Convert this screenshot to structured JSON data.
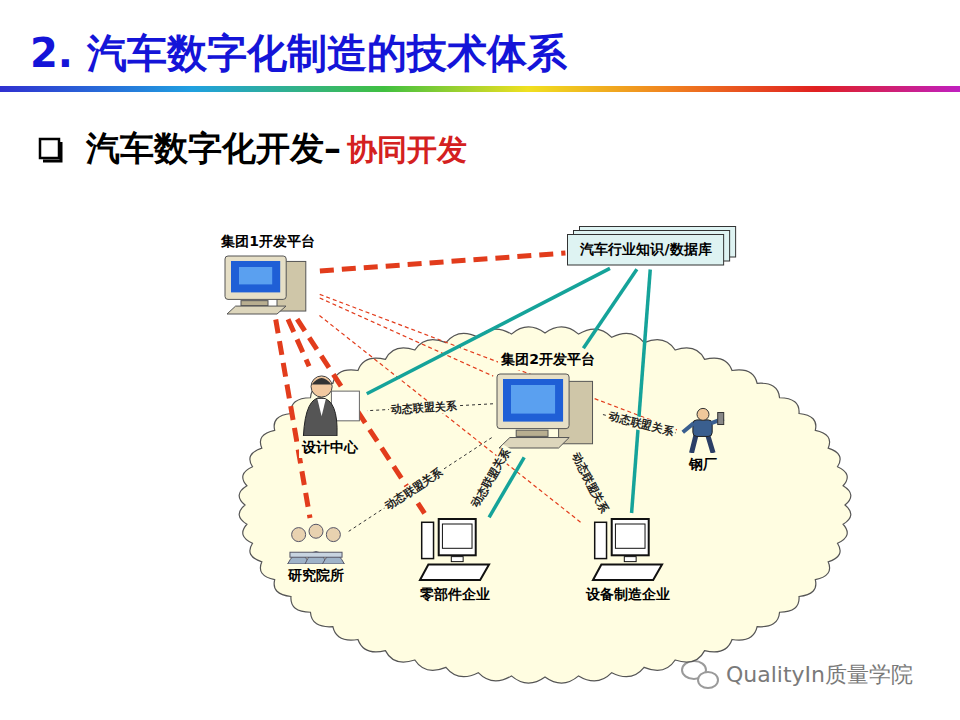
{
  "diagram": {
    "title": "2. 汽车数字化制造的技术体系",
    "nodes": [
      {
        "text": [
          "集团1开发平台"
        ]
      },
      {
        "text": [
          "汽车行业知识/数据库"
        ]
      },
      {
        "text": [
          "集团2开发平台"
        ]
      },
      {
        "text": [
          "设计中心"
        ]
      },
      {
        "text": [
          "钢厂"
        ]
      },
      {
        "text": [
          "研究院所"
        ]
      },
      {
        "text": [
          "零部件企业"
        ]
      },
      {
        "text": [
          "设备制造企业"
        ]
      }
    ],
    "edges": [
      {
        "from": 0,
        "to": 1,
        "arrow": "none"
      },
      {
        "from": 0,
        "to": 3,
        "arrow": "none"
      },
      {
        "from": 0,
        "to": 5,
        "arrow": "none"
      },
      {
        "from": 0,
        "to": 6,
        "arrow": "none"
      },
      {
        "from": 0,
        "to": 7,
        "arrow": "none"
      },
      {
        "from": 0,
        "to": 4,
        "arrow": "none"
      },
      {
        "from": 0,
        "to": 2,
        "arrow": "none"
      },
      {
        "from": 1,
        "to": 3,
        "arrow": "none"
      },
      {
        "from": 1,
        "to": 2,
        "arrow": "none"
      },
      {
        "from": 1,
        "to": 7,
        "arrow": "none"
      },
      {
        "from": 2,
        "to": 6,
        "arrow": "none"
      },
      {
        "from": 2,
        "to": 3,
        "label": "动态联盟关系",
        "arrow": "none"
      },
      {
        "from": 2,
        "to": 4,
        "label": "动态联盟关系",
        "arrow": "none"
      },
      {
        "from": 2,
        "to": 6,
        "label": "动态联盟关系",
        "arrow": "none"
      },
      {
        "from": 2,
        "to": 7,
        "label": "动态联盟关系",
        "arrow": "none"
      },
      {
        "from": 5,
        "to": 2,
        "label": "动态联盟关系",
        "arrow": "none"
      }
    ],
    "labels": [
      "汽车数字化开发–",
      "协同开发",
      "QualityIn质量学院"
    ]
  }
}
